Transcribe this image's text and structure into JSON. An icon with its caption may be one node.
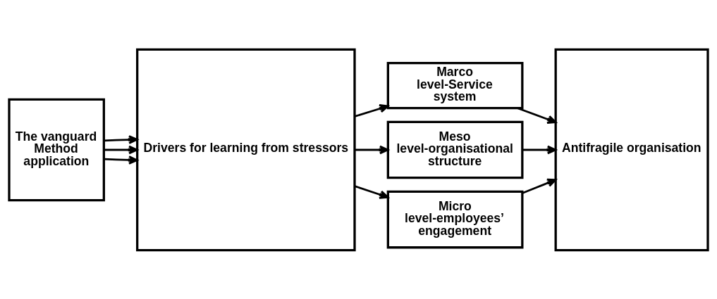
{
  "diagram": {
    "nodes": [
      {
        "text": [
          "The vanguard Method application"
        ]
      },
      {
        "text": [
          "Drivers for learning from stressors"
        ]
      },
      {
        "text": [
          "Marco level-Service system"
        ]
      },
      {
        "text": [
          "Meso level-organisational structure"
        ]
      },
      {
        "text": [
          "Micro level-employees’ engagement"
        ]
      },
      {
        "text": [
          "Antifragile organisation"
        ]
      }
    ],
    "edges": [
      {
        "from": 0,
        "to": 1,
        "arrow": "to"
      },
      {
        "from": 0,
        "to": 1,
        "arrow": "to"
      },
      {
        "from": 0,
        "to": 1,
        "arrow": "to"
      },
      {
        "from": 1,
        "to": 2,
        "arrow": "to"
      },
      {
        "from": 1,
        "to": 3,
        "arrow": "to"
      },
      {
        "from": 1,
        "to": 4,
        "arrow": "to"
      },
      {
        "from": 2,
        "to": 5,
        "arrow": "to"
      },
      {
        "from": 3,
        "to": 5,
        "arrow": "to"
      },
      {
        "from": 4,
        "to": 5,
        "arrow": "to"
      }
    ]
  }
}
